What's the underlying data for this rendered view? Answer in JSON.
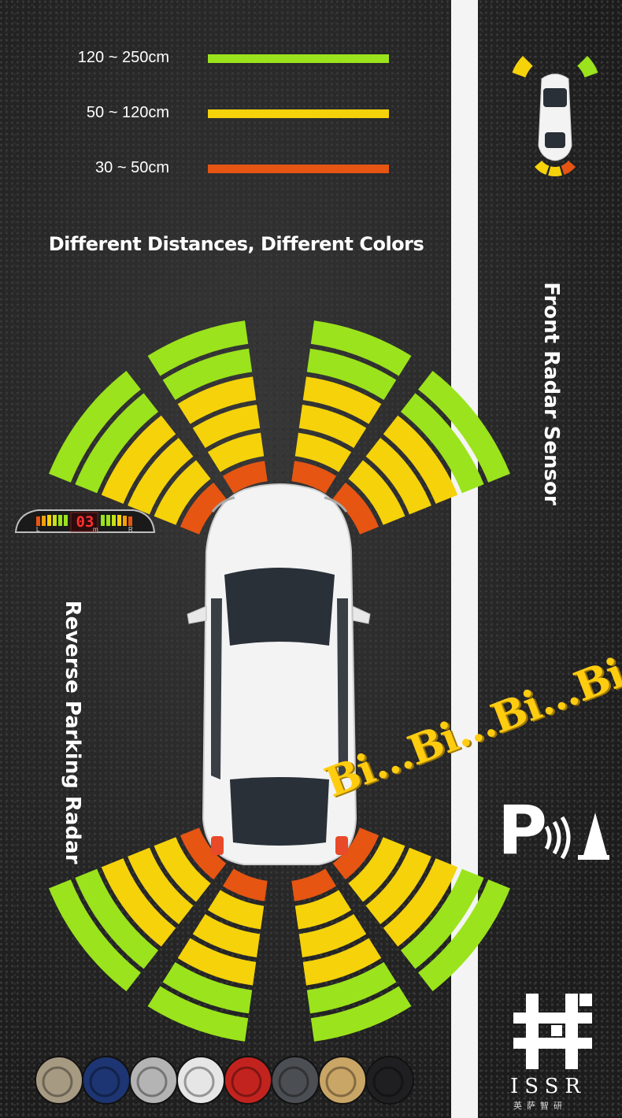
{
  "legend": [
    {
      "label": "120 ~ 250cm",
      "color": "#9be31c"
    },
    {
      "label": "50 ~ 120cm",
      "color": "#f5d20a"
    },
    {
      "label": "30 ~ 50cm",
      "color": "#e65512"
    }
  ],
  "headline": "Different Distances, Different Colors",
  "front_label": "Front Radar Sensor",
  "reverse_label": "Reverse Parking Radar",
  "beep_text": "Bi...Bi...Bi...Bi...",
  "parking_logo": "P",
  "display": {
    "readout": "03",
    "left_label": "L",
    "center_label": "m",
    "right_label": "R"
  },
  "brand": {
    "name": "ISSR",
    "subtitle": "英萨智研"
  },
  "zone_colors": {
    "near": "#e65512",
    "mid": "#f5d20a",
    "far": "#9be31c"
  },
  "sensor_colors": [
    "#a69a82",
    "#1d3572",
    "#b4b4b4",
    "#e6e6e6",
    "#c2231e",
    "#4b4e52",
    "#c9a566",
    "#1f1f21"
  ]
}
